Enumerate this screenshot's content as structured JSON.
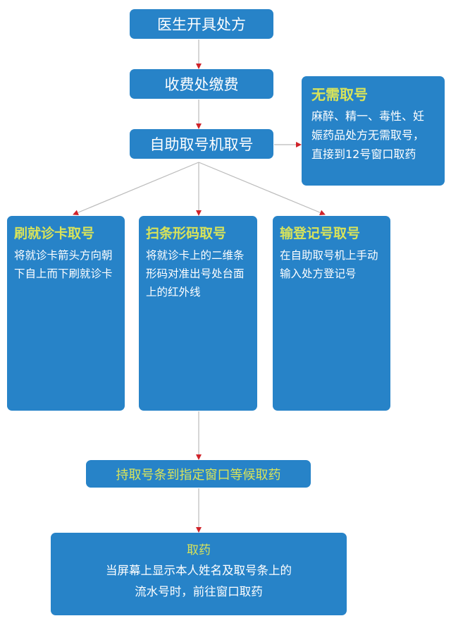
{
  "steps": {
    "doctor": "医生开具处方",
    "pay": "收费处缴费",
    "machine": "自助取号机取号",
    "wait": "持取号条到指定窗口等候取药"
  },
  "no_number": {
    "title": "无需取号",
    "body": "麻醉、精一、毒性、妊娠药品处方无需取号，直接到12号窗口取药"
  },
  "methods": [
    {
      "title": "刷就诊卡取号",
      "body": "将就诊卡箭头方向朝下自上而下刷就诊卡"
    },
    {
      "title": "扫条形码取号",
      "body": "将就诊卡上的二维条形码对准出号处台面上的红外线"
    },
    {
      "title": "输登记号取号",
      "body": "在自助取号机上手动输入处方登记号"
    }
  ],
  "final": {
    "title": "取药",
    "body": "当屏幕上显示本人姓名及取号条上的流水号时，前往窗口取药"
  },
  "colors": {
    "box": "#2783c8",
    "highlight": "#d8e35a",
    "arrow": "#d0232a",
    "line": "#bbbbbb"
  }
}
